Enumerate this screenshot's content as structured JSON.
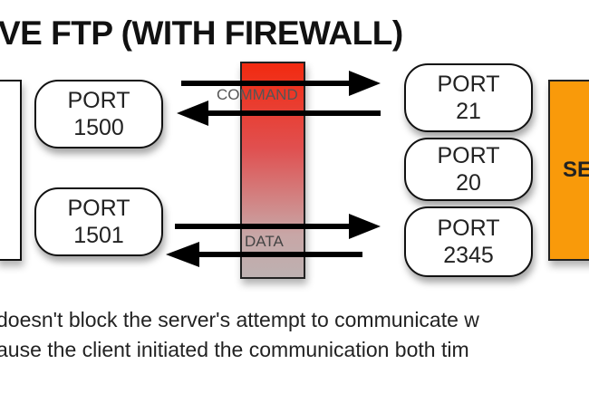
{
  "title": "VE FTP (WITH FIREWALL)",
  "client_ports": [
    {
      "label": "PORT",
      "number": "1500"
    },
    {
      "label": "PORT",
      "number": "1501"
    }
  ],
  "server_ports": [
    {
      "label": "PORT",
      "number": "21"
    },
    {
      "label": "PORT",
      "number": "20"
    },
    {
      "label": "PORT",
      "number": "2345"
    }
  ],
  "firewall": {
    "command_label": "COMMAND",
    "data_label": "DATA"
  },
  "server": {
    "label": "SE"
  },
  "caption": [
    "doesn't block the server's attempt to communicate w",
    "ause the client initiated the communication both tim"
  ],
  "colors": {
    "firewall_top": "#f22a10",
    "firewall_bottom": "#bdb1b1",
    "server": "#f99a0a"
  }
}
